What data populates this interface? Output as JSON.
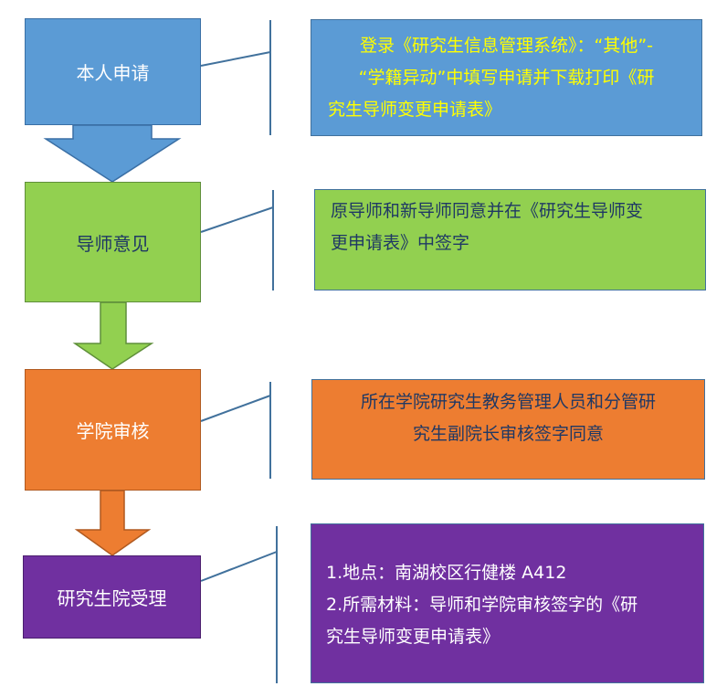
{
  "steps": [
    {
      "label": "本人申请",
      "fill": "#5b9bd5",
      "border": "#3a6fa5",
      "text_color": "#ffffff"
    },
    {
      "label": "导师意见",
      "fill": "#92d050",
      "border": "#5f8f3a",
      "text_color": "#1f3864"
    },
    {
      "label": "学院审核",
      "fill": "#ed7d31",
      "border": "#b05a20",
      "text_color": "#ffffff"
    },
    {
      "label": "研究生院受理",
      "fill": "#7030a0",
      "border": "#4b1f6e",
      "text_color": "#ffffff"
    }
  ],
  "notes": [
    {
      "lines": [
        "登录《研究生信息管理系统》：“其他”-",
        "“学籍异动”中填写申请并下载打印《研",
        "究生导师变更申请表》"
      ],
      "fill": "#5b9bd5",
      "text_color": "#ffff00"
    },
    {
      "lines": [
        "原导师和新导师同意并在《研究生导师变",
        "更申请表》中签字"
      ],
      "fill": "#92d050",
      "text_color": "#1f3864"
    },
    {
      "lines": [
        "所在学院研究生教务管理人员和分管研",
        "究生副院长审核签字同意"
      ],
      "fill": "#ed7d31",
      "text_color": "#1f3864"
    },
    {
      "lines": [
        "1.地点：南湖校区行健楼 A412",
        "2.所需材料：导师和学院审核签字的《研",
        "究生导师变更申请表》"
      ],
      "fill": "#7030a0",
      "text_color": "#ffffff"
    }
  ],
  "colors": {
    "connector": "#41719c",
    "note_border": "#41719c"
  }
}
